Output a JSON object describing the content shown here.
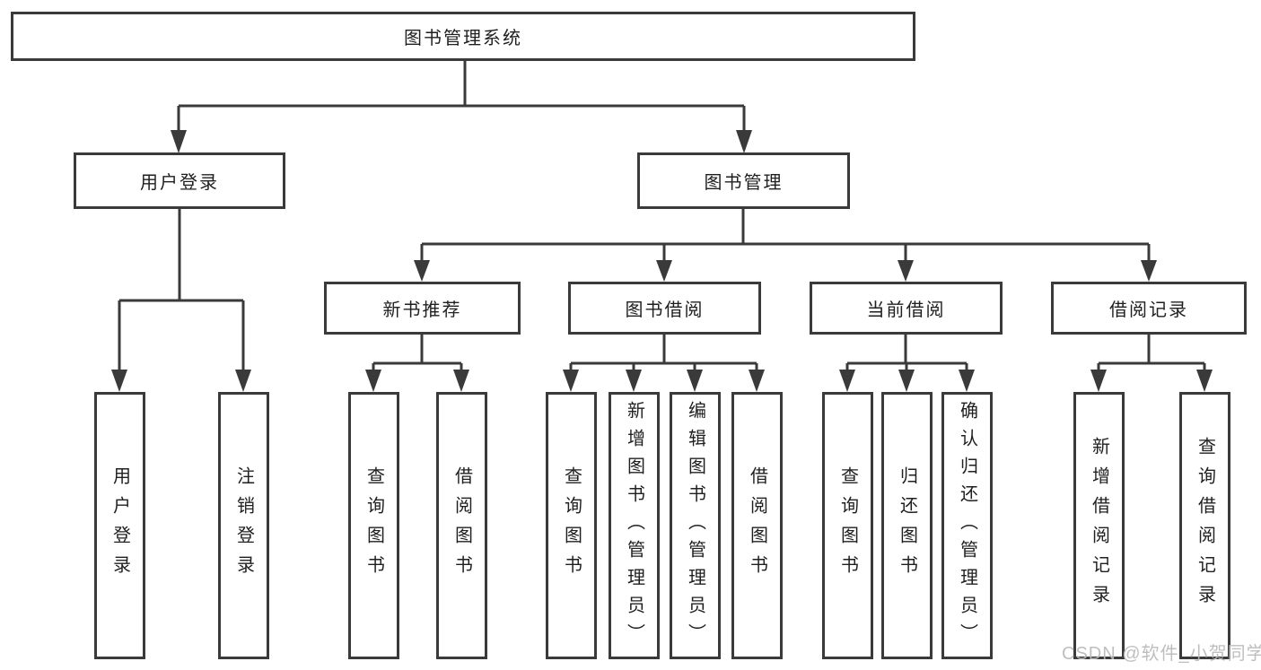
{
  "tree": {
    "root": {
      "label": "图书管理系统"
    },
    "branches": [
      {
        "label": "用户登录",
        "children": [
          {
            "label": "用户登录"
          },
          {
            "label": "注销登录"
          }
        ]
      },
      {
        "label": "图书管理",
        "sections": [
          {
            "label": "新书推荐",
            "children": [
              {
                "label": "查询图书"
              },
              {
                "label": "借阅图书"
              }
            ]
          },
          {
            "label": "图书借阅",
            "children": [
              {
                "label": "查询图书"
              },
              {
                "label": "新增图书（管理员）"
              },
              {
                "label": "编辑图书（管理员）"
              },
              {
                "label": "借阅图书"
              }
            ]
          },
          {
            "label": "当前借阅",
            "children": [
              {
                "label": "查询图书"
              },
              {
                "label": "归还图书"
              },
              {
                "label": "确认归还（管理员）"
              }
            ]
          },
          {
            "label": "借阅记录",
            "children": [
              {
                "label": "新增借阅记录"
              },
              {
                "label": "查询借阅记录"
              }
            ]
          }
        ]
      }
    ]
  },
  "watermark": {
    "text": "CSDN @软件_小贺同学"
  },
  "colors": {
    "line": "#3a3a3a",
    "box_border": "#3a3a3a",
    "text": "#1f1f1f",
    "watermark": "#b9b9b9",
    "background": "#ffffff"
  }
}
